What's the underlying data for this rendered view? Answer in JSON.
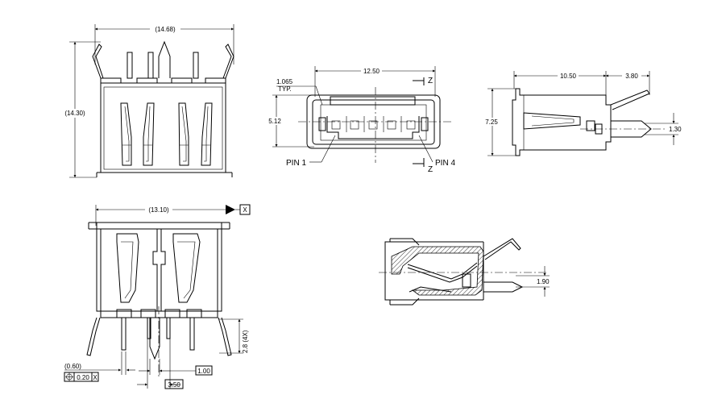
{
  "dimensions": {
    "top_left_width": "(14.68)",
    "top_left_height": "(14.30)",
    "front_width": "12.50",
    "front_pitch": "1.065",
    "front_typ": "TYP.",
    "front_height": "5.12",
    "section_mark": "Z",
    "side_length": "10.50",
    "side_tail": "3.80",
    "side_height": "7.25",
    "side_pin": "1.30",
    "bottom_width": "(13.10)",
    "datum": "X",
    "bottom_pin_len": "2.8 (4X)",
    "bottom_offset": "(0.60)",
    "tolerance_value": "0.20",
    "tolerance_datum": "X",
    "pin_pitch_small": "1.00",
    "pin_pitch_large": "3.50",
    "section_height": "1.90"
  },
  "labels": {
    "pin1": "PIN 1",
    "pin4": "PIN 4"
  }
}
